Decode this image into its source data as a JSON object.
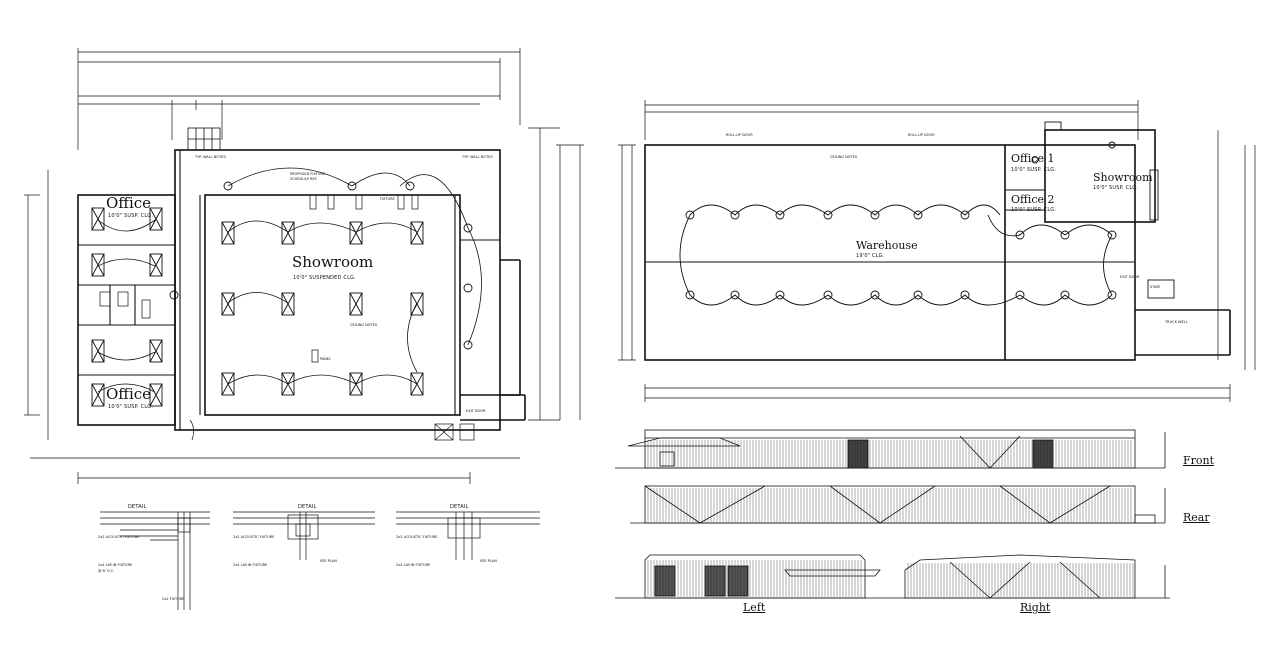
{
  "floor_plan_left": {
    "rooms": {
      "office_top": "Office",
      "office_top_ceiling": "10'0\" SUSP. CLG.",
      "office_bottom": "Office",
      "office_bottom_ceiling": "10'0\" SUSP. CLG.",
      "showroom": "Showroom",
      "showroom_ceiling": "10'0\" SUSPENDED CLG."
    }
  },
  "floor_plan_right": {
    "rooms": {
      "warehouse": "Warehouse",
      "warehouse_ceiling": "19'0\" CLG.",
      "office1": "Office 1",
      "office1_ceiling": "10'0\" SUSP. CLG.",
      "office2": "Office 2",
      "office2_ceiling": "10'0\" SUSP. CLG.",
      "showroom": "Showroom",
      "showroom_ceiling": "10'0\" SUSP. CLG."
    }
  },
  "details": [
    {
      "title": "DETAIL"
    },
    {
      "title": "DETAIL"
    },
    {
      "title": "DETAIL"
    }
  ],
  "elevations": {
    "front": "Front",
    "rear": "Rear",
    "left": "Left",
    "right": "Right"
  }
}
